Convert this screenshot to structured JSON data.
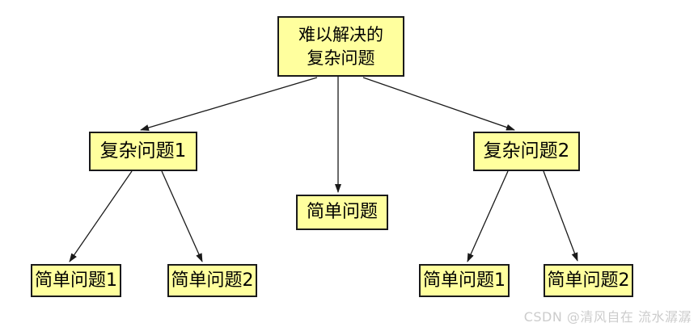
{
  "diagram": {
    "title_meaning": "problem decomposition tree",
    "node_fill_color": "#ffff9e",
    "node_border_color": "#1a1a1a",
    "arrow_color": "#1a1a1a",
    "background_color": "#ffffff",
    "nodes": {
      "root": {
        "label": "难以解决的\n复杂问题"
      },
      "complex1": {
        "label": "复杂问题1"
      },
      "complex2": {
        "label": "复杂问题2"
      },
      "simple_mid": {
        "label": "简单问题"
      },
      "simple1_left": {
        "label": "简单问题1"
      },
      "simple2_left": {
        "label": "简单问题2"
      },
      "simple1_right": {
        "label": "简单问题1"
      },
      "simple2_right": {
        "label": "简单问题2"
      }
    },
    "edges": [
      {
        "from": "root",
        "to": "complex1"
      },
      {
        "from": "root",
        "to": "simple_mid"
      },
      {
        "from": "root",
        "to": "complex2"
      },
      {
        "from": "complex1",
        "to": "simple1_left"
      },
      {
        "from": "complex1",
        "to": "simple2_left"
      },
      {
        "from": "complex2",
        "to": "simple1_right"
      },
      {
        "from": "complex2",
        "to": "simple2_right"
      }
    ]
  },
  "watermark": {
    "text": "CSDN @清风自在 流水潺潺",
    "color": "#cccccc"
  }
}
